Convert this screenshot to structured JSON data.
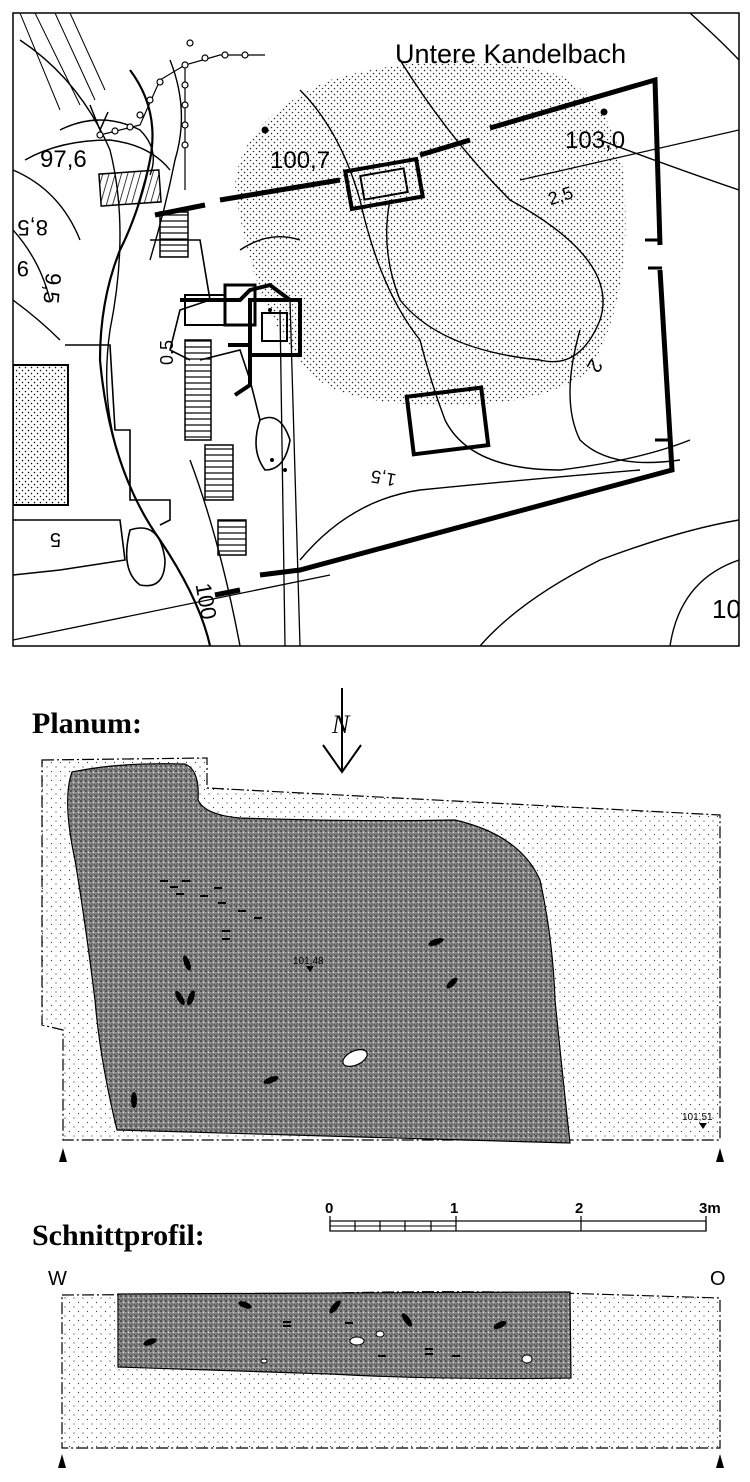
{
  "map": {
    "place_name": "Untere Kandelbach",
    "elevations": {
      "e976": "97,6",
      "e1007": "100,7",
      "e1030": "103,0",
      "c25": "2,5",
      "c2": "2",
      "c15": "1,5",
      "c05": "0,5",
      "c95": "9,5",
      "c9": "9",
      "c85": "8,5",
      "e100": "100",
      "e10": "10",
      "e5": "5"
    }
  },
  "plan": {
    "heading": "Planum:",
    "north_label": "N",
    "level_center": "101,48",
    "level_right": "101,51"
  },
  "scale": {
    "ticks": [
      "0",
      "1",
      "2",
      "3m"
    ]
  },
  "section": {
    "heading": "Schnittprofil:",
    "west": "W",
    "east": "O"
  }
}
